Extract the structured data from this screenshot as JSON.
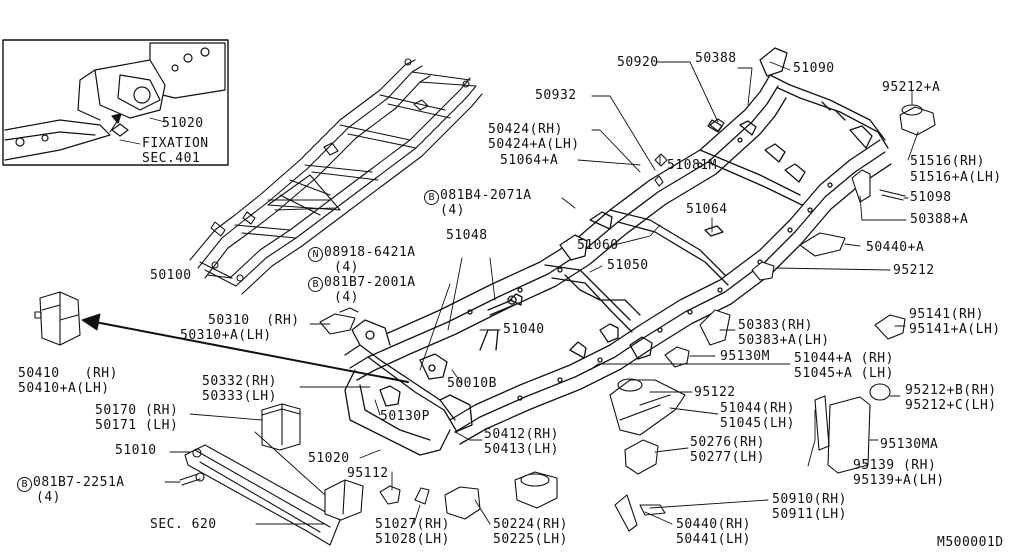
{
  "diagram_code": "M500001D",
  "inset": {
    "part": "51020",
    "fixation": "FIXATION",
    "sec": "SEC.401"
  },
  "parts": {
    "p50920": "50920",
    "p50388": "50388",
    "p51090": "51090",
    "p95212a": "95212+A",
    "p50932": "50932",
    "p50424": "50424(RH)",
    "p50424a": "50424+A(LH)",
    "p51064a": "51064+A",
    "p51081m": "51081M",
    "p51516": "51516(RH)",
    "p51516a": "51516+A(LH)",
    "p51098": "51098",
    "p50388a": "50388+A",
    "bolt1_code": "B",
    "bolt1": "081B4-2071A",
    "bolt1_qty": "(4)",
    "p51064": "51064",
    "p51060": "51060",
    "p51050": "51050",
    "p51048": "51048",
    "nut_code": "N",
    "nut": "08918-6421A",
    "nut_qty": "(4)",
    "bolt2_code": "B",
    "bolt2": "081B7-2001A",
    "bolt2_qty": "(4)",
    "p50440a": "50440+A",
    "p95212": "95212",
    "p50100": "50100",
    "p50310": "50310  (RH)",
    "p50310a": "50310+A(LH)",
    "p51040": "51040",
    "p50383": "50383(RH)",
    "p50383a": "50383+A(LH)",
    "p95141": "95141(RH)",
    "p95141a": "95141+A(LH)",
    "p95130m": "95130M",
    "p51044a": "51044+A (RH)",
    "p51045a": "51045+A (LH)",
    "p50410": "50410   (RH)",
    "p50410a": "50410+A(LH)",
    "p50010b": "50010B",
    "p50332": "50332(RH)",
    "p50333": "50333(LH)",
    "p95122": "95122",
    "p95212b": "95212+B(RH)",
    "p95212c": "95212+C(LH)",
    "p50130p": "50130P",
    "p51044": "51044(RH)",
    "p51045": "51045(LH)",
    "p50170": "50170 (RH)",
    "p50171": "50171 (LH)",
    "p50412": "50412(RH)",
    "p50413": "50413(LH)",
    "p50276": "50276(RH)",
    "p50277": "50277(LH)",
    "p95130ma": "95130MA",
    "p51010": "51010",
    "p51020": "51020",
    "p95139": "95139 (RH)",
    "p95139a": "95139+A(LH)",
    "p95112": "95112",
    "bolt3_code": "B",
    "bolt3": "081B7-2251A",
    "bolt3_qty": "(4)",
    "p50910": "50910(RH)",
    "p50911": "50911(LH)",
    "sec620": "SEC. 620",
    "p51027": "51027(RH)",
    "p51028": "51028(LH)",
    "p50224": "50224(RH)",
    "p50225": "50225(LH)",
    "p50440": "50440(RH)",
    "p50441": "50441(LH)"
  }
}
